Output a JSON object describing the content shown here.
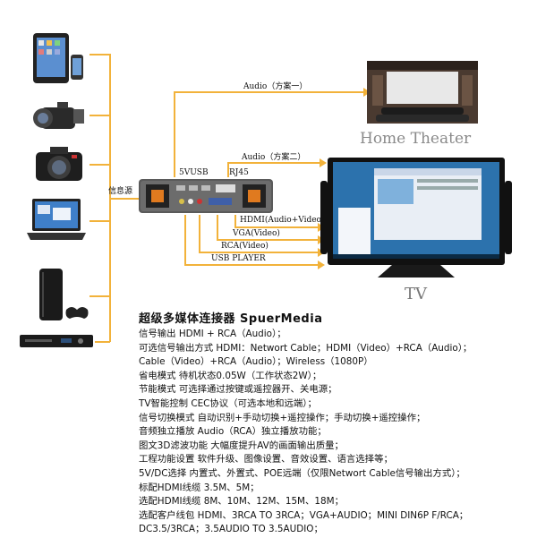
{
  "labels": {
    "audio1": "Audio（方案一）",
    "audio2": "Audio（方案二）",
    "source": "信息源",
    "port5v": "5VUSB",
    "rj45": "RJ45",
    "hdmi": "HDMI(Audio+Video)",
    "vga": "VGA(Video)",
    "rca": "RCA(Video)",
    "usb": "USB PLAYER",
    "home_theater": "Home Theater",
    "tv": "TV"
  },
  "title": "超级多媒体连接器 SpuerMedia",
  "specs": [
    "信号输出  HDMI + RCA（Audio）；",
    "可选信号输出方式 HDMI：Networt Cable；HDMI（Video）+RCA（Audio）；",
    " Cable（Video）+RCA（Audio）；Wireless（1080P）",
    "省电模式  待机状态0.05W（工作状态2W）；",
    "节能模式  可选择通过按键或遥控器开、关电源；",
    "TV智能控制  CEC协议（可选本地和远端）；",
    "信号切换模式  自动识别+手动切换+遥控操作；手动切换+遥控操作；",
    "音频独立播放  Audio（RCA）独立播放功能；",
    "图文3D滤波功能 大幅度提升AV的画面输出质量；",
    "工程功能设置  软件升级、图像设置、音效设置、语言选择等；",
    "5V/DC选择  内置式、外置式、POE远端（仅限Networt Cable信号输出方式）；",
    "标配HDMI线缆 3.5M、5M；",
    "选配HDMI线缆 8M、10M、12M、15M、18M；",
    "选配客户线包  HDMI、3RCA TO 3RCA；VGA+AUDIO；MINI DIN6P F/RCA；",
    "DC3.5/3RCA；3.5AUDIO TO 3.5AUDIO；"
  ],
  "colors": {
    "wire": "#f2b23a",
    "caption": "#8a8a8a",
    "text": "#111111"
  }
}
